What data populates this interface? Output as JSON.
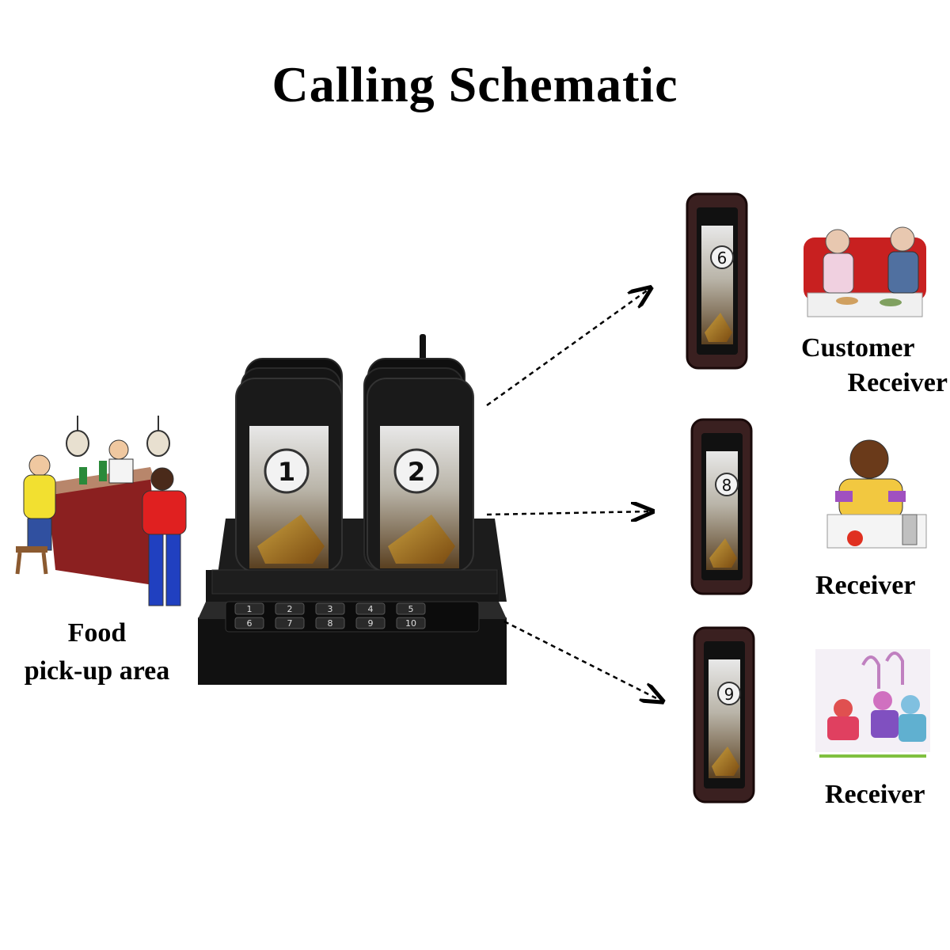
{
  "title": "Calling Schematic",
  "labels": {
    "pickup_line1": "Food",
    "pickup_line2": "pick-up area",
    "customer_line1": "Customer",
    "customer_line2": "Receiver",
    "receiver_mid": "Receiver",
    "receiver_bottom": "Receiver"
  },
  "charging_base": {
    "stack_numbers": [
      "1",
      "2"
    ],
    "keypad_row1": [
      "1",
      "2",
      "3",
      "4",
      "5"
    ],
    "keypad_row2": [
      "6",
      "7",
      "8",
      "9",
      "10"
    ]
  },
  "pagers": [
    "6",
    "8",
    "9"
  ],
  "colors": {
    "device_body": "#1a1a1a",
    "pager_frame": "#3a2020",
    "arrow": "#000000"
  }
}
